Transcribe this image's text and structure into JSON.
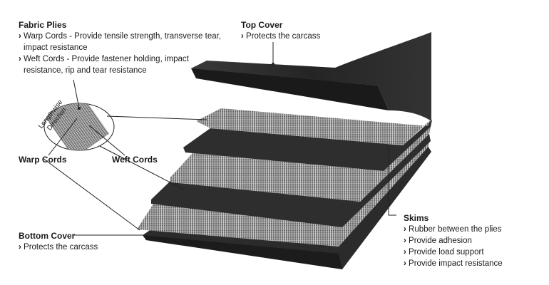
{
  "fabric_plies": {
    "title": "Fabric Plies",
    "items": [
      {
        "line1": "Warp Cords - Provide tensile strength, transverse tear,",
        "line2": "impact resistance"
      },
      {
        "line1": "Weft Cords - Provide fastener holding, impact",
        "line2": "resistance, rip and tear resistance"
      }
    ]
  },
  "top_cover": {
    "title": "Top Cover",
    "items": [
      "Protects the carcass"
    ]
  },
  "inset": {
    "direction_line1": "Lengthwise",
    "direction_line2": "Direction"
  },
  "warp_cords": {
    "title": "Warp Cords"
  },
  "weft_cords": {
    "title": "Weft Cords"
  },
  "skims": {
    "title": "Skims",
    "items": [
      "Rubber between the plies",
      "Provide adhesion",
      "Provide load support",
      "Provide impact resistance"
    ]
  },
  "bottom_cover": {
    "title": "Bottom Cover",
    "items": [
      "Protects the carcass"
    ]
  },
  "colors": {
    "rubber": "#2b2b2b",
    "fabric": "#8c8c8c",
    "line": "#222222"
  }
}
